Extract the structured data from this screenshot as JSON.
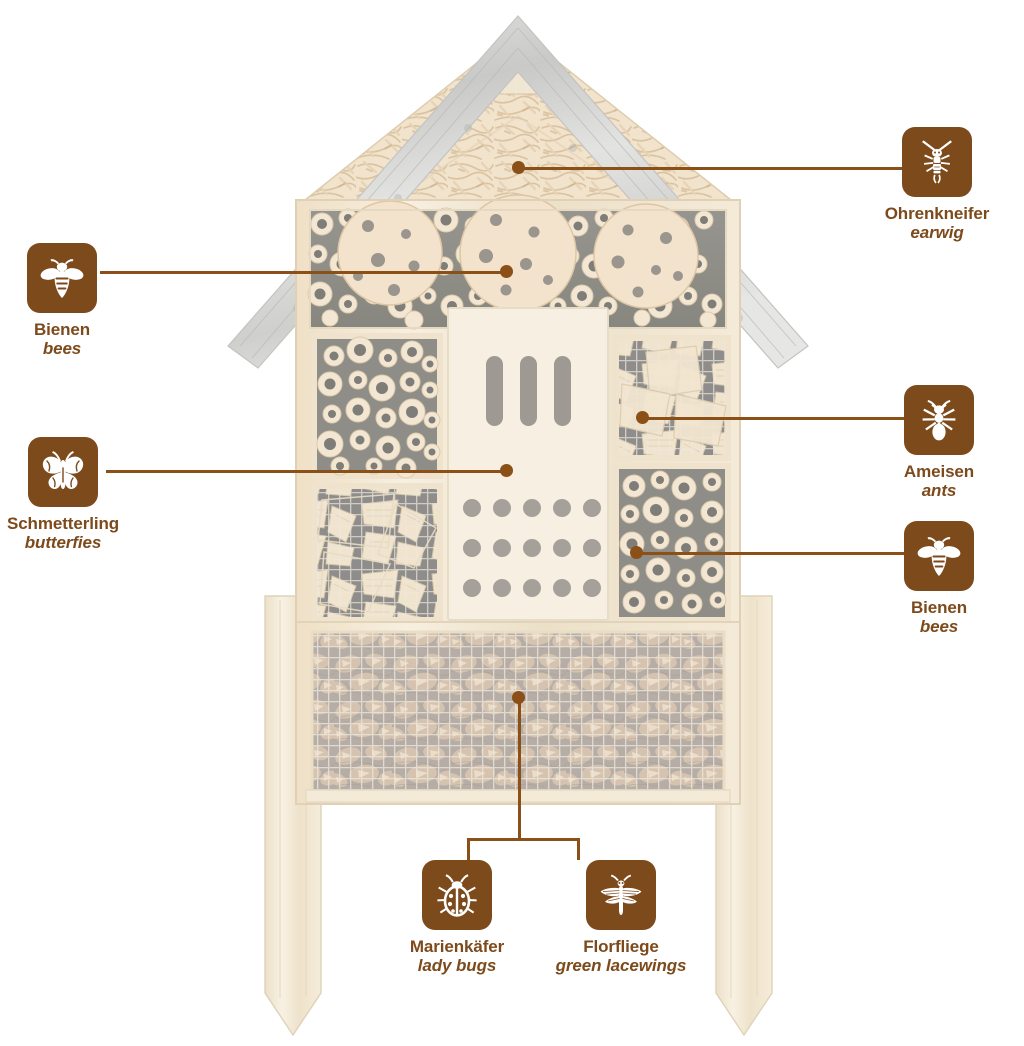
{
  "product": {
    "name": "insect-hotel",
    "description": "Wooden insect hotel with pitched galvanised metal roof, wood-shaving filled gable, bamboo tube chambers, drilled wood discs, mesh-covered wood and pine-cone compartments, butterfly slot panel and two pointed ground stakes."
  },
  "theme": {
    "brand_brown": "#7d4a1b",
    "leader_brown": "#8a5018",
    "wood_light": "#f6eddd",
    "wood_pale": "#efe3cd",
    "bamboo_fill": "#8e8d8c",
    "metal_roof": "#d9d9d7",
    "background": "#ffffff"
  },
  "callouts": [
    {
      "id": "earwig",
      "icon": "earwig-icon",
      "label_de": "Ohrenkneifer",
      "label_en": "earwig",
      "side": "right",
      "target": "roof-gable-wood-shavings"
    },
    {
      "id": "bees-top",
      "icon": "bee-icon",
      "label_de": "Bienen",
      "label_en": "bees",
      "side": "left",
      "target": "drilled-wood-disc-upper"
    },
    {
      "id": "butterflies",
      "icon": "butterfly-icon",
      "label_de": "Schmetterling",
      "label_en": "butterfies",
      "side": "left",
      "target": "butterfly-slot-panel"
    },
    {
      "id": "ants",
      "icon": "ant-icon",
      "label_de": "Ameisen",
      "label_en": "ants",
      "side": "right",
      "target": "mesh-wood-chamber-right"
    },
    {
      "id": "bees-bottom",
      "icon": "bee-icon",
      "label_de": "Bienen",
      "label_en": "bees",
      "side": "right",
      "target": "bamboo-tube-chamber-lower-right"
    },
    {
      "id": "ladybugs",
      "icon": "ladybug-icon",
      "label_de": "Marienkäfer",
      "label_en": "lady bugs",
      "side": "bottom",
      "target": "pine-cone-chamber"
    },
    {
      "id": "lacewings",
      "icon": "lacewing-icon",
      "label_de": "Florfliege",
      "label_en": "green lacewings",
      "side": "bottom",
      "target": "pine-cone-chamber"
    }
  ],
  "hotel_sections": [
    {
      "id": "roof",
      "name": "galvanised-metal-roof"
    },
    {
      "id": "gable",
      "name": "wood-shaving-gable"
    },
    {
      "id": "bamboo-top",
      "name": "bamboo-band-with-drilled-discs"
    },
    {
      "id": "bamboo-left",
      "name": "bamboo-tube-chamber-left"
    },
    {
      "id": "mesh-left",
      "name": "mesh-wood-chamber-left"
    },
    {
      "id": "slot-panel",
      "name": "butterfly-slot-panel"
    },
    {
      "id": "mesh-right",
      "name": "mesh-wood-chamber-right"
    },
    {
      "id": "bamboo-right",
      "name": "bamboo-tube-chamber-lower-right"
    },
    {
      "id": "pinecone",
      "name": "pine-cone-chamber"
    },
    {
      "id": "leg-left",
      "name": "ground-stake-left"
    },
    {
      "id": "leg-right",
      "name": "ground-stake-right"
    }
  ]
}
